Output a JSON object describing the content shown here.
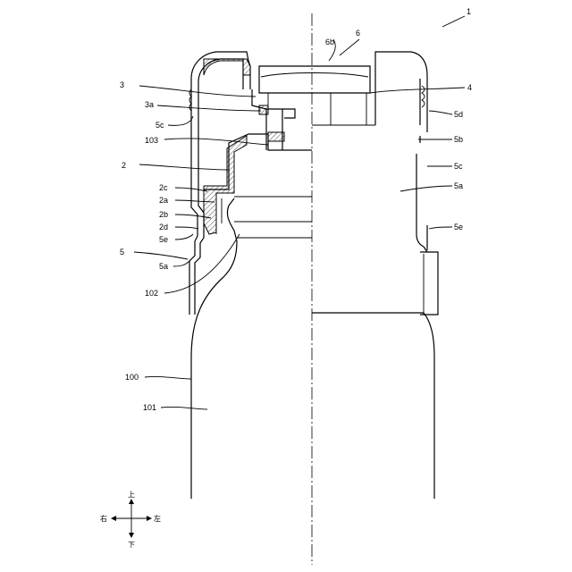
{
  "labels": {
    "l1": "1",
    "l2": "2",
    "l2a": "2a",
    "l2b": "2b",
    "l2c": "2c",
    "l2d": "2d",
    "l3": "3",
    "l3a": "3a",
    "l4": "4",
    "l5": "5",
    "l5a_left": "5a",
    "l5a_right": "5a",
    "l5b": "5b",
    "l5c_left": "5c",
    "l5c_right": "5c",
    "l5d": "5d",
    "l5e_left": "5e",
    "l5e_right": "5e",
    "l6": "6",
    "l6b": "6b",
    "l100": "100",
    "l101": "101",
    "l102": "102",
    "l103": "103"
  },
  "compass": {
    "up": "上",
    "down": "下",
    "left": "右",
    "right": "左"
  }
}
